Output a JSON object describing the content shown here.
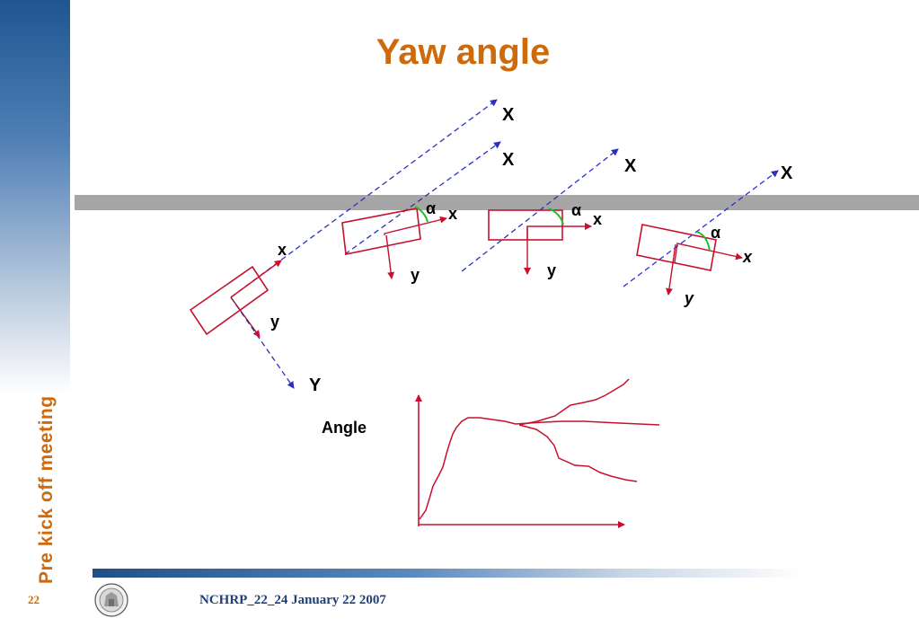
{
  "slide": {
    "title": "Yaw angle",
    "side_text": "Pre kick off meeting",
    "page_number": "22",
    "footer": "NCHRP_22_24 January 22 2007"
  },
  "diagram": {
    "labels": {
      "X1": "X",
      "X2": "X",
      "X3": "X",
      "X4": "X",
      "Y": "Y",
      "x_car1": "x",
      "y_car1": "y",
      "x_car2": "x",
      "y_car2": "y",
      "alpha_car2": "α",
      "x_car3": "x",
      "y_car3": "y",
      "alpha_car3": "α",
      "x_car4": "x",
      "y_car4": "y",
      "alpha_car4": "α"
    },
    "graph_label": "Angle",
    "colors": {
      "vehicle": "#c8102e",
      "axis_dashed": "#2b2fbf",
      "angle_arc": "#1fbf2a",
      "barrier": "#a6a6a6",
      "title": "#cc6a0c"
    }
  }
}
